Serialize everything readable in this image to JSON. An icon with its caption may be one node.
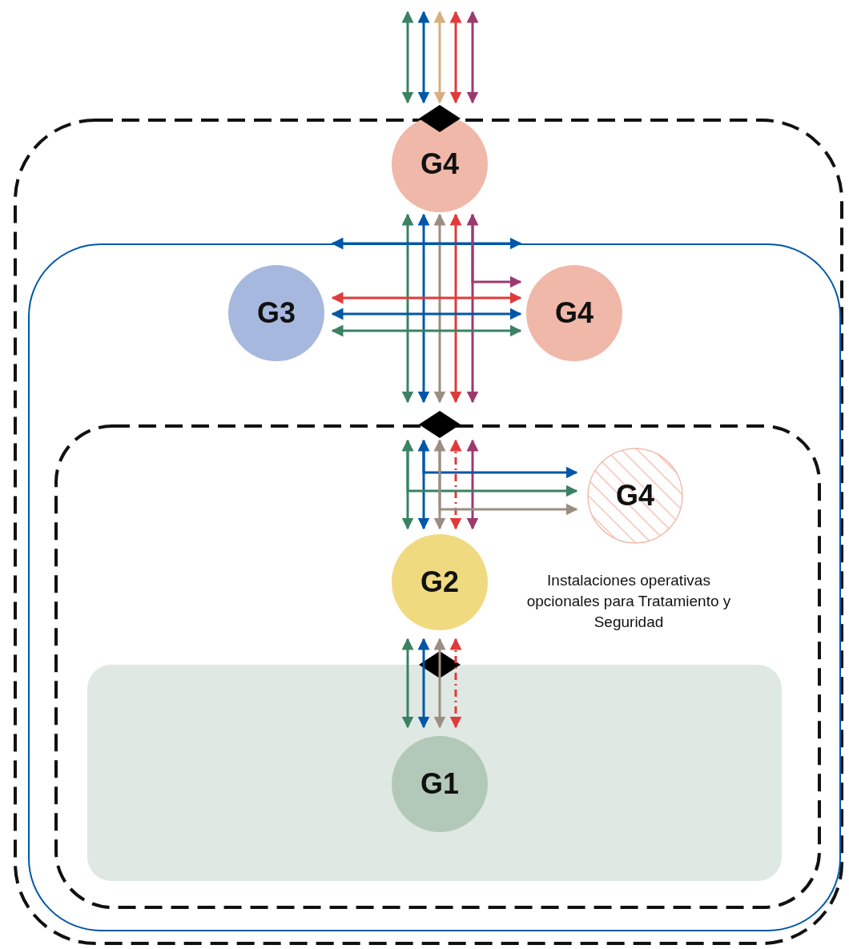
{
  "diagram": {
    "nodes": [
      {
        "text": [],
        "shape": "box"
      },
      {
        "text": [
          "G4"
        ],
        "in": 0
      },
      {
        "text": [],
        "shape": "box",
        "in": 0
      },
      {
        "text": [
          "G3"
        ],
        "in": 2
      },
      {
        "text": [
          "G4"
        ],
        "in": 2
      },
      {
        "text": [],
        "shape": "box",
        "in": 2
      },
      {
        "text": [
          "G4"
        ],
        "in": 5
      },
      {
        "text": [
          "G2"
        ],
        "in": 5
      },
      {
        "text": [],
        "shape": "box",
        "in": 5
      },
      {
        "text": [
          "G1"
        ],
        "in": 8
      }
    ],
    "edges": [
      {
        "from": null,
        "to": 1,
        "arrow": "both",
        "color": "#3a8262"
      },
      {
        "from": null,
        "to": 1,
        "arrow": "both",
        "color": "#0057a8"
      },
      {
        "from": null,
        "to": 1,
        "arrow": "both",
        "color": "#d8ae80"
      },
      {
        "from": null,
        "to": 1,
        "arrow": "both",
        "color": "#e03a3a"
      },
      {
        "from": null,
        "to": 1,
        "arrow": "both",
        "color": "#9c3a70"
      },
      {
        "from": 1,
        "to": 5,
        "arrow": "both",
        "color": "#3a8262"
      },
      {
        "from": 1,
        "to": 5,
        "arrow": "both",
        "color": "#0057a8"
      },
      {
        "from": 1,
        "to": 5,
        "arrow": "both",
        "color": "#9a8e82"
      },
      {
        "from": 1,
        "to": 5,
        "arrow": "both",
        "color": "#e03a3a"
      },
      {
        "from": 1,
        "to": 5,
        "arrow": "both",
        "color": "#9c3a70"
      },
      {
        "from": 2,
        "to": null,
        "arrow": "both",
        "color": "#0057a8"
      },
      {
        "from": 1,
        "to": 4,
        "arrow": "to",
        "color": "#9c3a70"
      },
      {
        "from": 3,
        "to": 4,
        "arrow": "both",
        "color": "#e03a3a"
      },
      {
        "from": 3,
        "to": 4,
        "arrow": "both",
        "color": "#0057a8"
      },
      {
        "from": 3,
        "to": 4,
        "arrow": "both",
        "color": "#3a8262"
      },
      {
        "from": 5,
        "to": 7,
        "arrow": "both",
        "color": "#3a8262"
      },
      {
        "from": 5,
        "to": 7,
        "arrow": "both",
        "color": "#0057a8"
      },
      {
        "from": 5,
        "to": 7,
        "arrow": "both",
        "color": "#9a8e82"
      },
      {
        "from": 5,
        "to": 7,
        "arrow": "both",
        "color": "#e03a3a",
        "style": "dashed"
      },
      {
        "from": 5,
        "to": 7,
        "arrow": "both",
        "color": "#9c3a70"
      },
      {
        "from": 5,
        "to": 6,
        "arrow": "to",
        "color": "#0057a8"
      },
      {
        "from": 5,
        "to": 6,
        "arrow": "to",
        "color": "#3a8262"
      },
      {
        "from": 5,
        "to": 6,
        "arrow": "to",
        "color": "#9a8e82"
      },
      {
        "from": 7,
        "to": 9,
        "arrow": "both",
        "color": "#3a8262"
      },
      {
        "from": 7,
        "to": 9,
        "arrow": "both",
        "color": "#0057a8"
      },
      {
        "from": 7,
        "to": 9,
        "arrow": "both",
        "color": "#9a8e82"
      },
      {
        "from": 7,
        "to": 9,
        "arrow": "both",
        "color": "#e03a3a",
        "style": "dashed"
      }
    ],
    "labels": [
      "Instalaciones operativas opcionales para Tratamiento y Seguridad"
    ]
  }
}
